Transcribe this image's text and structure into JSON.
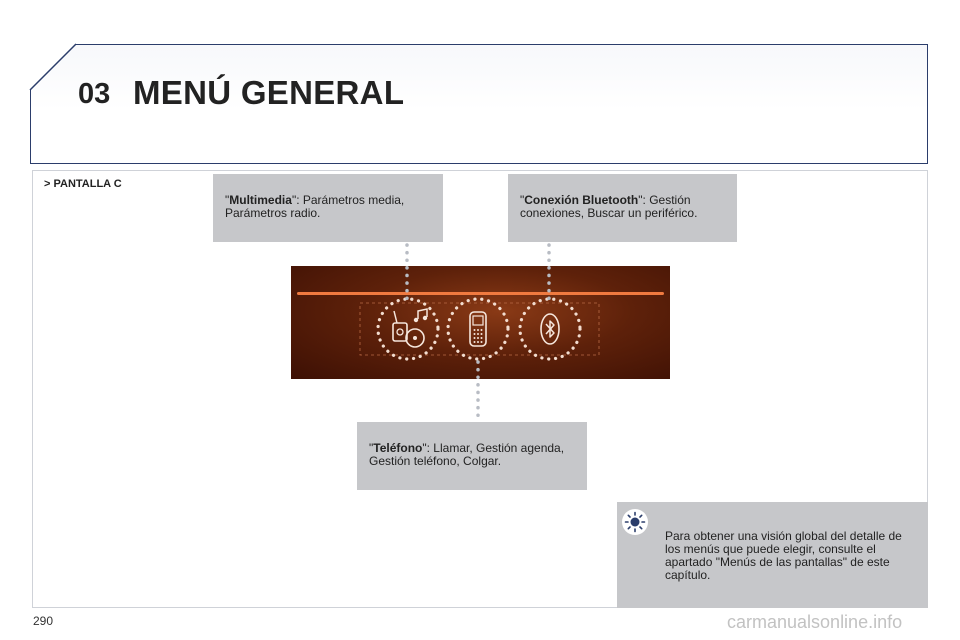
{
  "header": {
    "chapter_number": "03",
    "title": "MENÚ GENERAL"
  },
  "section_label": "> PANTALLA C",
  "callouts": {
    "multimedia": {
      "quote_open": "\"",
      "term": "Multimedia",
      "rest": "\": Parámetros media, Parámetros radio."
    },
    "bluetooth": {
      "quote_open": "\"",
      "term": "Conexión Bluetooth",
      "rest": "\": Gestión conexiones, Buscar un periférico."
    },
    "telefono": {
      "quote_open": "\"",
      "term": "Teléfono",
      "rest": "\": Llamar, Gestión agenda, Gestión teléfono, Colgar."
    }
  },
  "screen": {
    "icons": [
      "multimedia-icon",
      "phone-icon",
      "bluetooth-icon"
    ],
    "accent_color": "#f07a40"
  },
  "tip": {
    "icon": "lightbulb-icon",
    "text": "Para obtener una visión global del detalle de los menús que puede elegir, consulte el apartado \"Menús de las pantallas\" de este capítulo."
  },
  "page_number": "290",
  "watermark": "carmanualsonline.info"
}
